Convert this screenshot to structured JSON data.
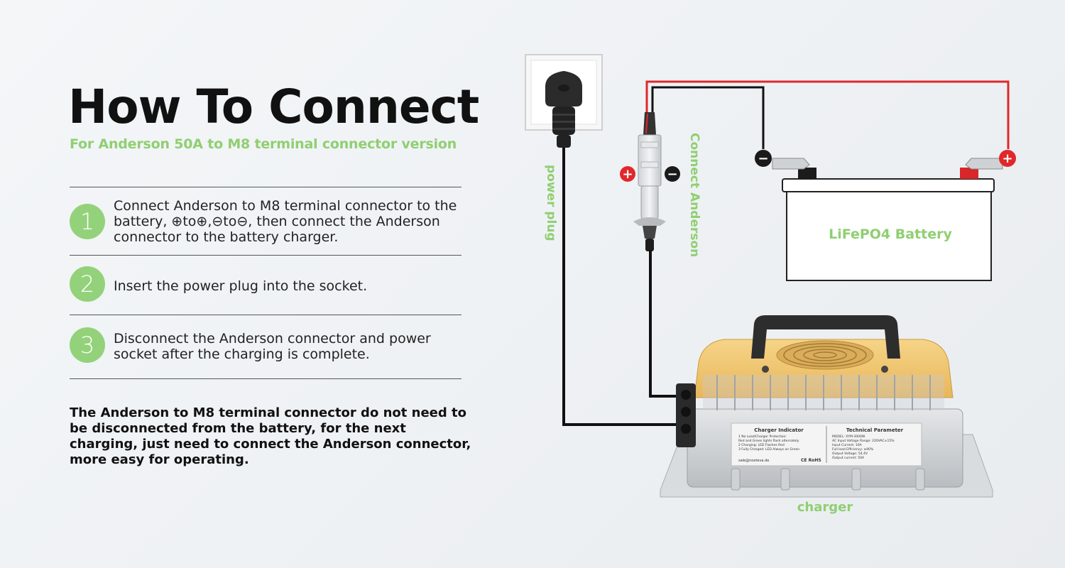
{
  "header": {
    "title": "How To Connect",
    "subtitle": "For Anderson 50A to M8 terminal connector version"
  },
  "steps": [
    {
      "number": "1",
      "text": "Connect Anderson to M8 terminal connector to the battery, ⊕to⊕,⊖to⊖, then connect the Anderson connector to the battery charger."
    },
    {
      "number": "2",
      "text": "Insert the power plug into the socket."
    },
    {
      "number": "3",
      "text": "Disconnect the Anderson connector and power socket after the charging is complete."
    }
  ],
  "note": "The Anderson to M8 terminal connector do not need to be disconnected from the battery, for the next charging, just need to connect the Anderson connector, more easy for operating.",
  "diagram": {
    "power_plug_label": "power plug",
    "anderson_label": "Connect Anderson",
    "battery_label": "LiFePO4 Battery",
    "charger_label": "charger",
    "plus_symbol": "+",
    "minus_symbol": "−",
    "charger_plate": {
      "left_title": "Charger Indicator",
      "left_lines": [
        "1 No Load/Charger Protection:",
        "Red and Green lights flash alternately",
        "2 Charging: LED Flashes Red",
        "3 Fully Charged: LED Always on Green"
      ],
      "email": "sale@noeteva.de",
      "marks": "CE RoHS",
      "right_title": "Technical Parameter",
      "right_lines": [
        "MODEL: XYM-3000W",
        "AC Input Voltage Range: 220VAC±15%",
        "Input Current: 10A",
        "Full load Efficiency: ≥90%",
        "Output Voltage: 54.4V",
        "Output current: 50A"
      ]
    },
    "colors": {
      "accent_green": "#8fcf71",
      "wire_red": "#e0282b",
      "wire_black": "#111111",
      "plus_red": "#e0282b",
      "minus_black": "#1a1a1a",
      "charger_top": "#f3c66a"
    }
  }
}
